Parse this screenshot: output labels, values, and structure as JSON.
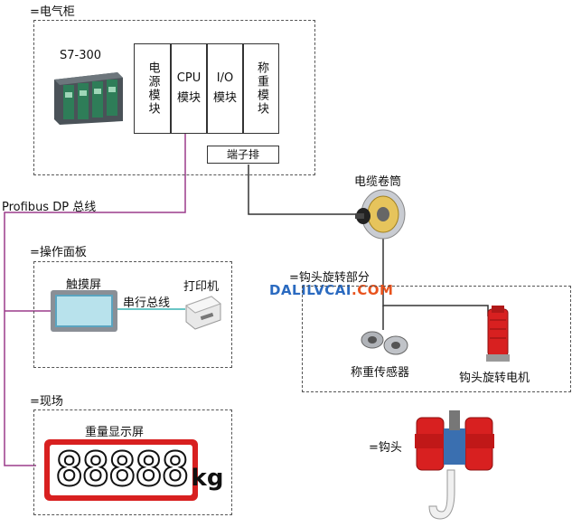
{
  "cabinet": {
    "title": "=电气柜",
    "plc_label": "S7-300",
    "modules": [
      {
        "label": "电源模块"
      },
      {
        "label": "CPU 模块"
      },
      {
        "label": "I/O 模块"
      },
      {
        "label": "称重模块"
      }
    ],
    "terminal": "端子排"
  },
  "bus_label": "Profibus DP 总线",
  "cable_drum_label": "电缆卷筒",
  "panel": {
    "title": "=操作面板",
    "touchscreen": "触摸屏",
    "serial_bus": "串行总线",
    "printer": "打印机"
  },
  "field": {
    "title": "=现场",
    "display_label": "重量显示屏",
    "display_digits": "88888",
    "display_unit": "kg"
  },
  "rotation": {
    "title": "=钩头旋转部分",
    "sensor": "称重传感器",
    "motor": "钩头旋转电机"
  },
  "hook_label": "=钩头",
  "watermark": {
    "part1": "DALILVCAI",
    "part2": ".COM"
  },
  "colors": {
    "bus_line": "#9c3b8c",
    "serial_line": "#38b3b3",
    "watermark_main": "#2a6ac0",
    "watermark_dot": "#e8521c",
    "red_equipment": "#d82020"
  }
}
